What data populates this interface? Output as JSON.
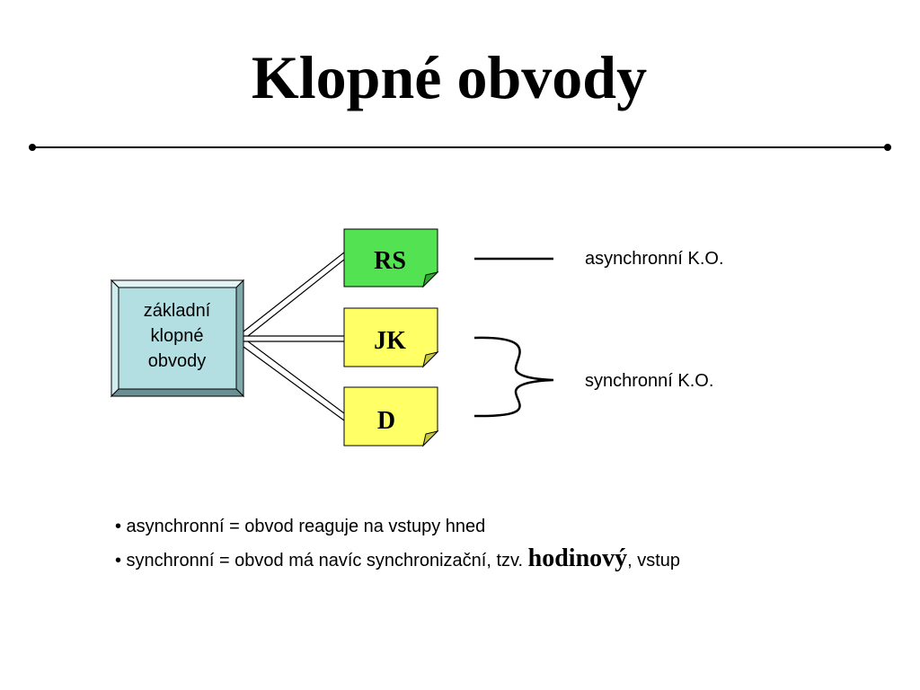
{
  "slide": {
    "title": "Klopné obvody"
  },
  "diagram": {
    "root": {
      "line1": "základní",
      "line2": "klopné",
      "line3": "obvody"
    },
    "nodes": {
      "rs": "RS",
      "jk": "JK",
      "d": "D"
    },
    "labels": {
      "async": "asynchronní K.O.",
      "sync": "synchronní K.O."
    },
    "colors": {
      "root_fill": "#b3dfe3",
      "rs_fill": "#52e252",
      "jk_fill": "#ffff66",
      "d_fill": "#ffff66"
    }
  },
  "notes": {
    "b1": "• asynchronní = obvod reaguje na vstupy hned",
    "b2_start": "• synchronní = obvod má navíc synchronizační, tzv. ",
    "b2_emph": "hodinový",
    "b2_end": ", vstup"
  }
}
